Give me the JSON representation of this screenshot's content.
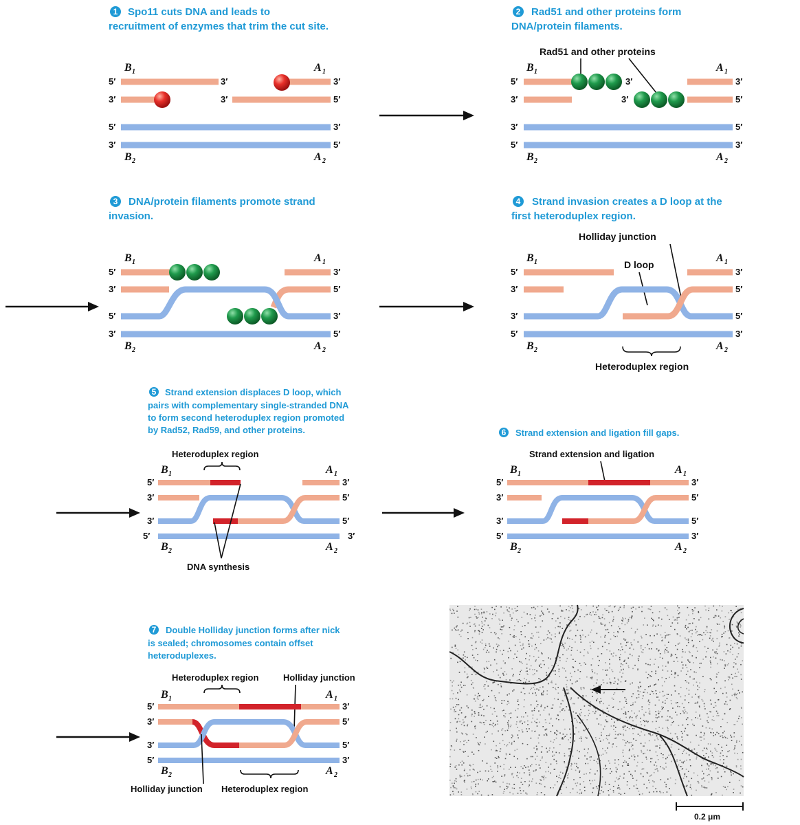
{
  "steps": {
    "s1": {
      "num": "1",
      "line1": "Spo11 cuts DNA and leads to",
      "line2": "recruitment of enzymes that trim the cut site."
    },
    "s2": {
      "num": "2",
      "line1": "Rad51 and other proteins form",
      "line2": "DNA/protein filaments."
    },
    "s3": {
      "num": "3",
      "line1": "DNA/protein filaments promote strand",
      "line2": "invasion."
    },
    "s4": {
      "num": "4",
      "line1": "Strand invasion creates a D loop at the",
      "line2": "first heteroduplex region."
    },
    "s5": {
      "num": "5",
      "line1": "Strand extension displaces D loop, which",
      "line2": "pairs with complementary single-stranded DNA",
      "line3": "to form second heteroduplex region promoted",
      "line4": "by Rad52, Rad59, and other proteins."
    },
    "s6": {
      "num": "6",
      "line1": "Strand extension and ligation fill gaps."
    },
    "s7": {
      "num": "7",
      "line1": "Double Holliday junction forms after nick",
      "line2": "is sealed; chromosomes contain offset",
      "line3": "heteroduplexes."
    }
  },
  "labels": {
    "rad51": "Rad51 and other proteins",
    "holliday_junction": "Holliday junction",
    "d_loop": "D loop",
    "heteroduplex_region": "Heteroduplex region",
    "dna_synthesis": "DNA synthesis",
    "strand_ext_ligation": "Strand extension and ligation",
    "scale_bar": "0.2 μm"
  },
  "ends": {
    "five": "5′",
    "three": "3′"
  },
  "genes": {
    "A": "A",
    "B": "B",
    "sub1": "1",
    "sub2": "2"
  },
  "colors": {
    "step_text": "#1f9ad6",
    "salmon_strand": "#f0a98e",
    "blue_strand": "#8fb3e6",
    "new_dna": "#d2232a",
    "spo11": "#e03030",
    "rad51": "#1e9a4a"
  }
}
